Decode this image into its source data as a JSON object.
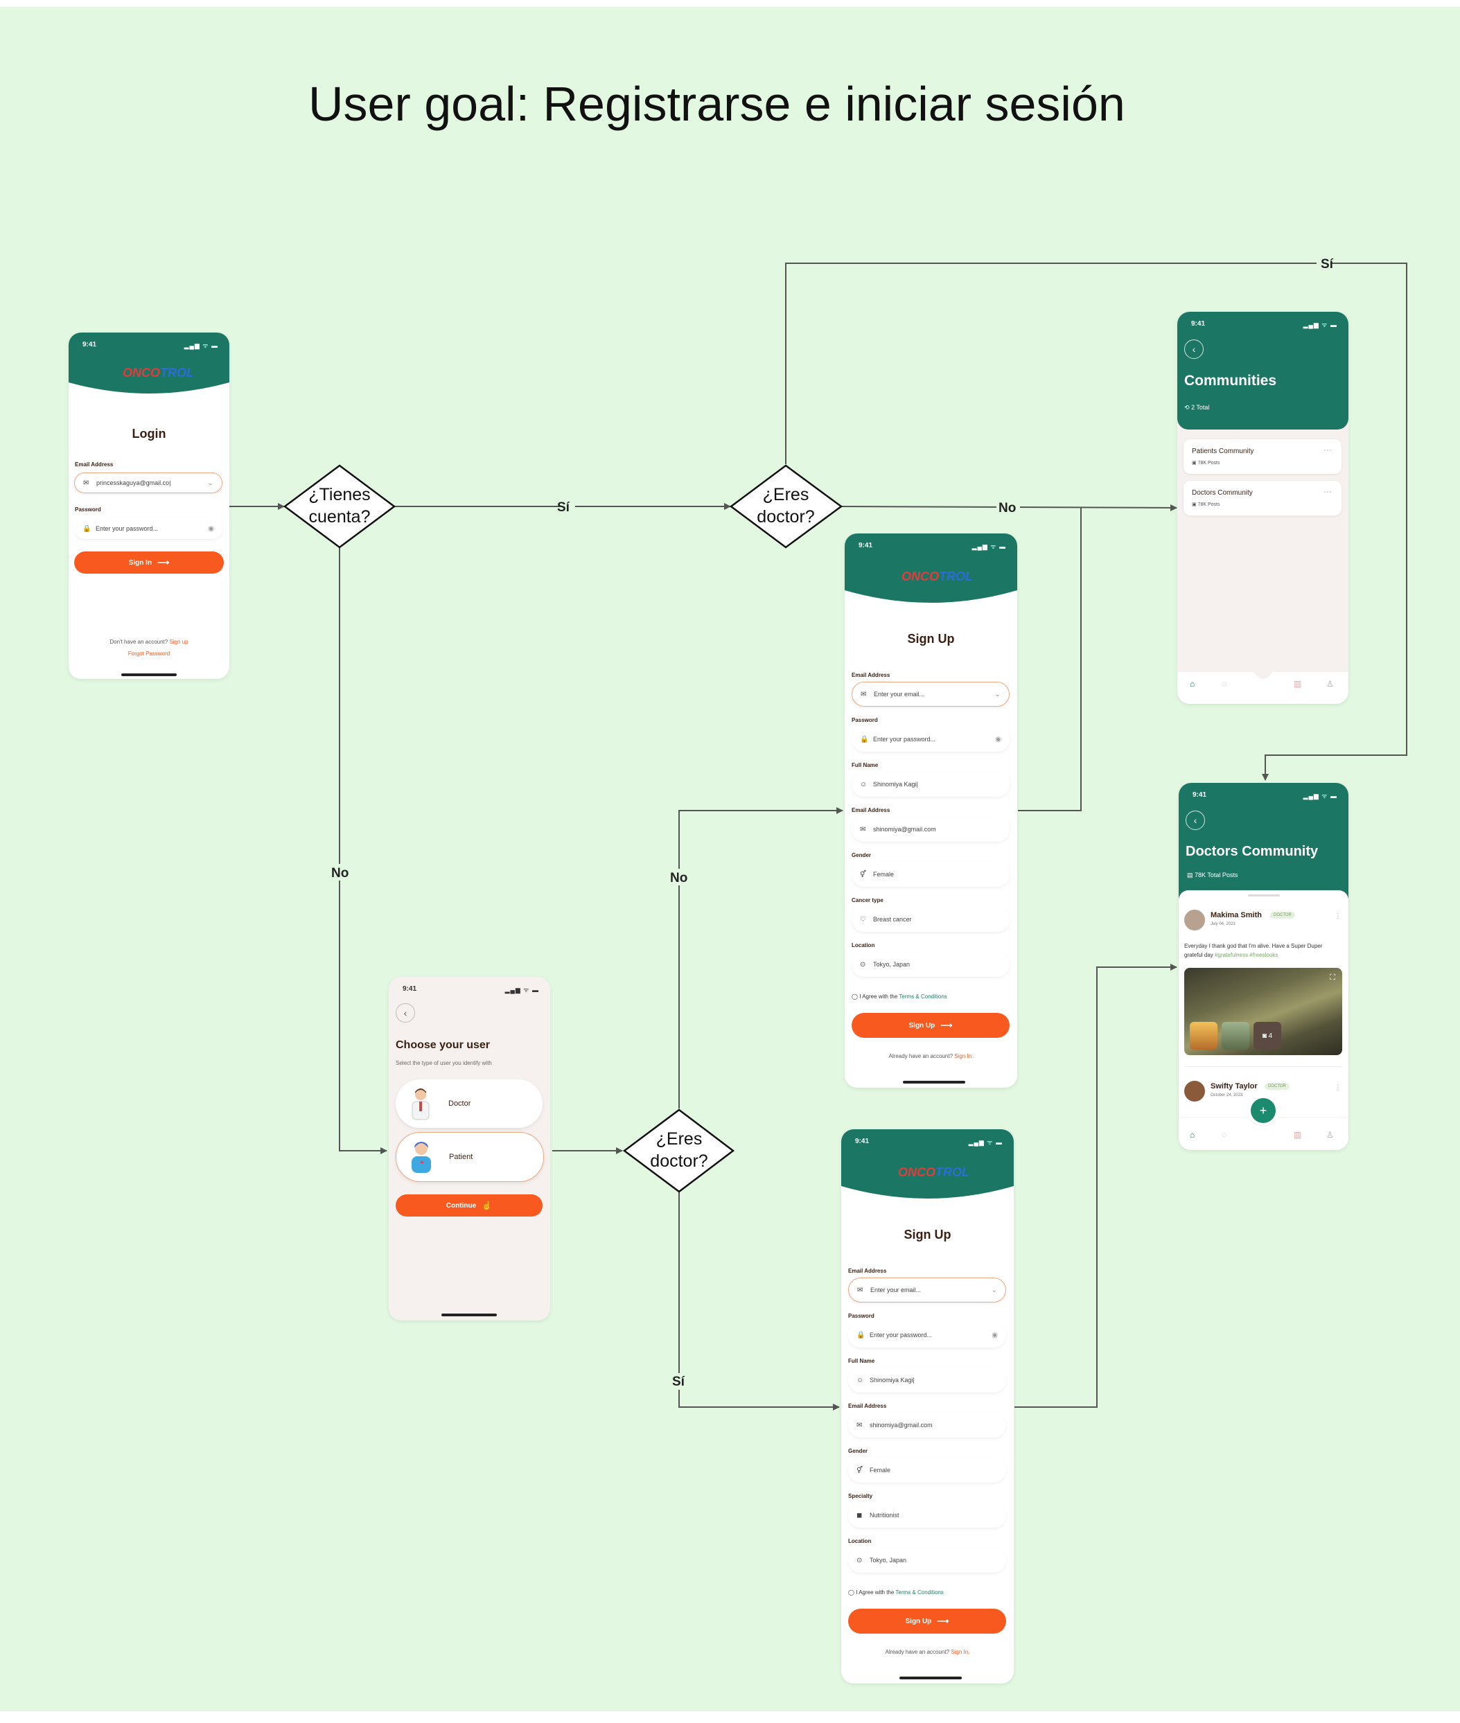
{
  "title": "User goal: Registrarse e iniciar sesión",
  "decisions": {
    "tienes_cuenta": [
      "¿Tienes",
      "cuenta?"
    ],
    "eres_doctor_top": [
      "¿Eres",
      "doctor?"
    ],
    "eres_doctor_bottom": [
      "¿Eres",
      "doctor?"
    ]
  },
  "edge_labels": {
    "si": "Sí",
    "no": "No"
  },
  "status_time": "9:41",
  "status_icons": "▂▄▆ ᯤ ▬",
  "logo": {
    "left": "ONCO",
    "right": "TROL"
  },
  "login": {
    "title": "Login",
    "email_label": "Email Address",
    "email_value": "princesskaguya@gmail.co|",
    "password_label": "Password",
    "password_placeholder": "Enter your password...",
    "button": "Sign In",
    "no_account": "Don't have an account?",
    "sign_up_link": "Sign up",
    "forgot": "Forgot Password"
  },
  "choose_user": {
    "title": "Choose your user",
    "subtitle": "Select the type of user you identify with",
    "options": [
      "Doctor",
      "Patient"
    ],
    "button": "Continue"
  },
  "signup_patient": {
    "title": "Sign Up",
    "fields": [
      {
        "label": "Email Address",
        "value": "Enter your email...",
        "icon": "✉",
        "right": "⌄"
      },
      {
        "label": "Password",
        "value": "Enter your password...",
        "icon": "🔒",
        "right": "◉"
      },
      {
        "label": "Full Name",
        "value": "Shinomiya Kagi|",
        "icon": "☺",
        "right": ""
      },
      {
        "label": "Email Address",
        "value": "shinomiya@gmail.com",
        "icon": "✉",
        "right": ""
      },
      {
        "label": "Gender",
        "value": "Female",
        "icon": "⚥",
        "right": ""
      },
      {
        "label": "Cancer type",
        "value": "Breast cancer",
        "icon": "♡",
        "right": ""
      },
      {
        "label": "Location",
        "value": "Tokyo, Japan",
        "icon": "⊙",
        "right": ""
      }
    ],
    "agree": "I Agree with the",
    "terms": "Terms & Conditions",
    "button": "Sign Up",
    "have_account": "Already have an account?",
    "sign_in_link": "Sign In."
  },
  "signup_doctor": {
    "title": "Sign Up",
    "fields": [
      {
        "label": "Email Address",
        "value": "Enter your email...",
        "icon": "✉",
        "right": "⌄"
      },
      {
        "label": "Password",
        "value": "Enter your password...",
        "icon": "🔒",
        "right": "◉"
      },
      {
        "label": "Full Name",
        "value": "Shinomiya Kagi|",
        "icon": "☺",
        "right": ""
      },
      {
        "label": "Email Address",
        "value": "shinomiya@gmail.com",
        "icon": "✉",
        "right": ""
      },
      {
        "label": "Gender",
        "value": "Female",
        "icon": "⚥",
        "right": ""
      },
      {
        "label": "Specialty",
        "value": "Nutritionist",
        "icon": "◼",
        "right": ""
      },
      {
        "label": "Location",
        "value": "Tokyo, Japan",
        "icon": "⊙",
        "right": ""
      }
    ],
    "agree": "I Agree with the",
    "terms": "Terms & Conditions",
    "button": "Sign Up",
    "have_account": "Already have an account?",
    "sign_in_link": "Sign In."
  },
  "communities": {
    "title": "Communities",
    "total": "2 Total",
    "items": [
      {
        "name": "Patients Community",
        "posts": "78K Posts"
      },
      {
        "name": "Doctors Community",
        "posts": "78K Posts"
      }
    ]
  },
  "doctors_community": {
    "title": "Doctors Community",
    "total": "78K Total Posts",
    "posts": [
      {
        "author": "Makima Smith",
        "badge": "DOCTOR",
        "date": "July 04, 2023",
        "text": "Everyday I thank god that I'm alive. Have a Super Duper grateful day",
        "tags": "#gratefulness #freeslooks",
        "photo_count": "4"
      },
      {
        "author": "Swifty Taylor",
        "badge": "DOCTOR",
        "date": "October 24, 2023"
      }
    ]
  }
}
